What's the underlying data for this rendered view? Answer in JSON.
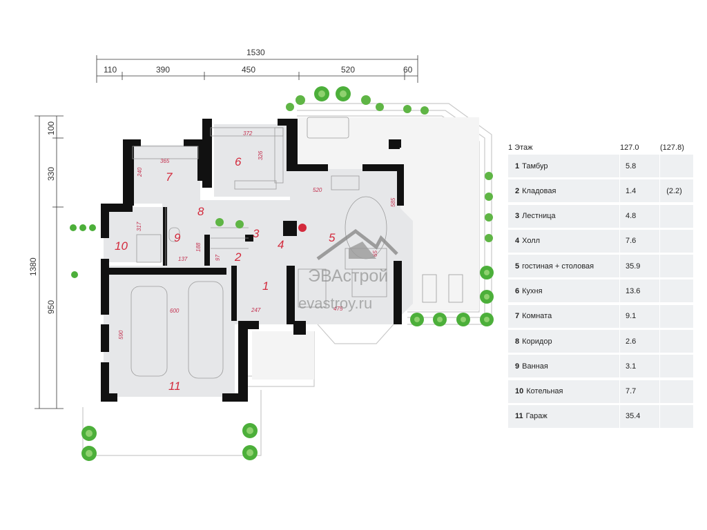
{
  "dimensions": {
    "total_width": "1530",
    "seg": [
      "110",
      "390",
      "450",
      "520",
      "60"
    ],
    "total_height": "1380",
    "v_seg": [
      "100",
      "330",
      "950"
    ]
  },
  "inner_dims": [
    "372",
    "326",
    "365",
    "240",
    "520",
    "317",
    "188",
    "97",
    "137",
    "247",
    "600",
    "590",
    "65",
    "585",
    "475"
  ],
  "rooms_on_plan": [
    "1",
    "2",
    "3",
    "4",
    "5",
    "6",
    "7",
    "8",
    "9",
    "10",
    "11"
  ],
  "watermark": {
    "line1": "ЭВАстрой",
    "line2": "evastroy.ru"
  },
  "table": {
    "header": {
      "floor": "1 Этаж",
      "area": "127.0",
      "alt_area": "(127.8)"
    },
    "rows": [
      {
        "num": "1",
        "name": "Тамбур",
        "area": "5.8",
        "alt": ""
      },
      {
        "num": "2",
        "name": "Кладовая",
        "area": "1.4",
        "alt": "(2.2)"
      },
      {
        "num": "3",
        "name": "Лестница",
        "area": "4.8",
        "alt": ""
      },
      {
        "num": "4",
        "name": "Холл",
        "area": "7.6",
        "alt": ""
      },
      {
        "num": "5",
        "name": "гостиная + столовая",
        "area": "35.9",
        "alt": ""
      },
      {
        "num": "6",
        "name": "Кухня",
        "area": "13.6",
        "alt": ""
      },
      {
        "num": "7",
        "name": "Комната",
        "area": "9.1",
        "alt": ""
      },
      {
        "num": "8",
        "name": "Коридор",
        "area": "2.6",
        "alt": ""
      },
      {
        "num": "9",
        "name": "Ванная",
        "area": "3.1",
        "alt": ""
      },
      {
        "num": "10",
        "name": "Котельная",
        "area": "7.7",
        "alt": ""
      },
      {
        "num": "11",
        "name": "Гараж",
        "area": "35.4",
        "alt": ""
      }
    ]
  },
  "colors": {
    "wall": "#111111",
    "floor": "#e6e7e9",
    "room_number": "#d32a3c",
    "dimension_inner": "#c3314f",
    "greenery": "#4caf3a"
  }
}
